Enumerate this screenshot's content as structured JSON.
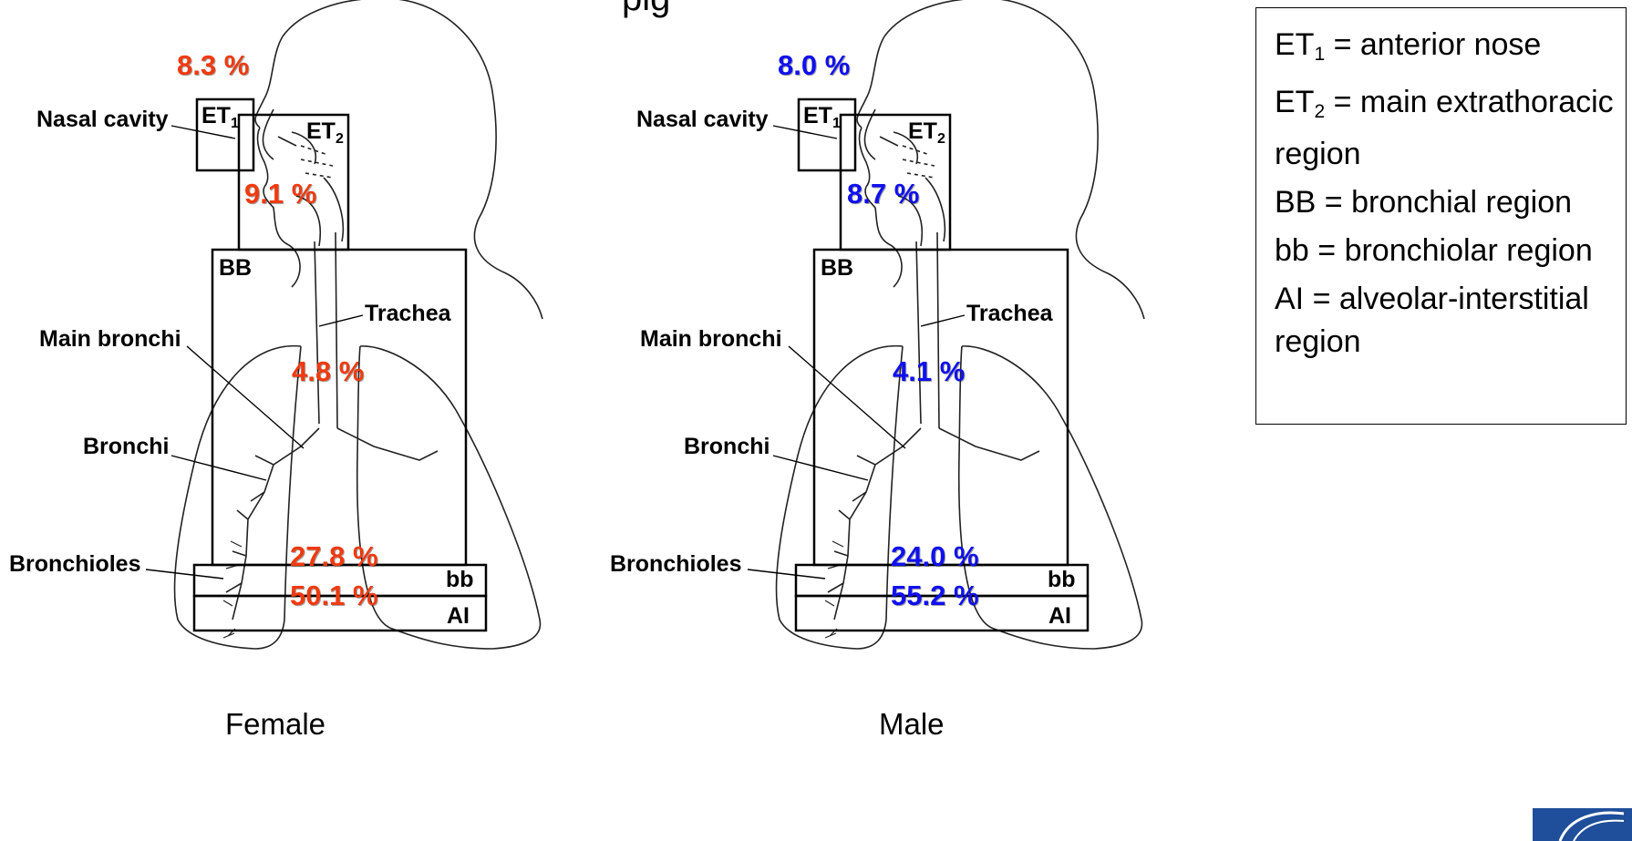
{
  "title_partial": "pig",
  "panels": {
    "female": {
      "caption": "Female",
      "color": "#f03a0f",
      "pct": {
        "et1": "8.3 %",
        "et2": "9.1 %",
        "bb": "4.8 %",
        "bronchiolar": "27.8 %",
        "ai": "50.1 %"
      }
    },
    "male": {
      "caption": "Male",
      "color": "#1010ee",
      "pct": {
        "et1": "8.0 %",
        "et2": "8.7 %",
        "bb": "4.1 %",
        "bronchiolar": "24.0 %",
        "ai": "55.2 %"
      }
    }
  },
  "labels": {
    "nasal_cavity": "Nasal cavity",
    "trachea": "Trachea",
    "main_bronchi": "Main bronchi",
    "bronchi": "Bronchi",
    "bronchioles": "Bronchioles",
    "et": "ET",
    "et1_sub": "1",
    "et2_sub": "2",
    "bb": "BB",
    "bb_lower": "bb",
    "ai": "AI"
  },
  "legend": {
    "et": "ET",
    "et1_sub": "1",
    "et1_text": " = anterior nose",
    "et2_sub": "2",
    "et2_text": " = main extrathoracic region",
    "bb_text": "BB = bronchial region",
    "bronchiolar_text": "bb = bronchiolar region",
    "ai_text": "AI = alveolar-interstitial region"
  }
}
